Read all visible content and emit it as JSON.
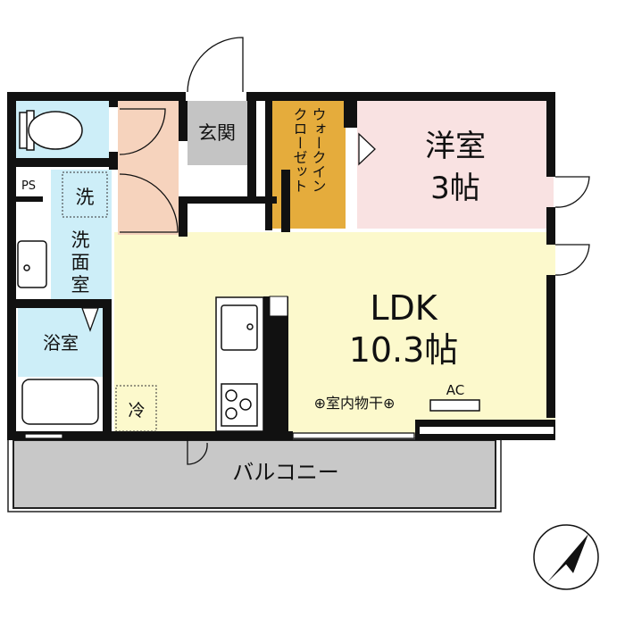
{
  "rooms": {
    "entrance": "玄関",
    "walk_in_closet_line1": "ウォークイン",
    "walk_in_closet_line2": "クローゼット",
    "western_room": "洋室",
    "western_room_size": "3帖",
    "ps": "PS",
    "washer": "洗",
    "washroom_1": "洗",
    "washroom_2": "面",
    "washroom_3": "室",
    "bathroom": "浴室",
    "ldk": "LDK",
    "ldk_size": "10.3帖",
    "fridge": "冷",
    "indoor_drying": "⊕室内物干⊕",
    "ac": "AC",
    "balcony": "バルコニー"
  },
  "colors": {
    "toilet": "#cdeef8",
    "hall": "#f6d3bd",
    "entrance": "#c4c4c4",
    "closet": "#e5ac3c",
    "western": "#f9e2e2",
    "ldk": "#fcf9cc",
    "balcony": "#c8c8c8"
  }
}
